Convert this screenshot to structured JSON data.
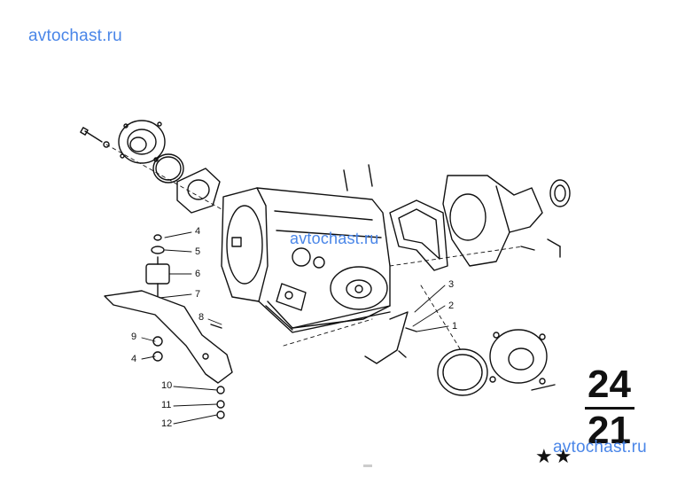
{
  "watermarks": [
    "avtochast.ru",
    "avtochast.ru",
    "avtochast.ru"
  ],
  "callouts": [
    "1",
    "2",
    "3",
    "4",
    "5",
    "6",
    "7",
    "8",
    "9",
    "4",
    "10",
    "11",
    "12"
  ],
  "group_number": {
    "top": "24",
    "bottom": "21"
  },
  "rating": "★★"
}
